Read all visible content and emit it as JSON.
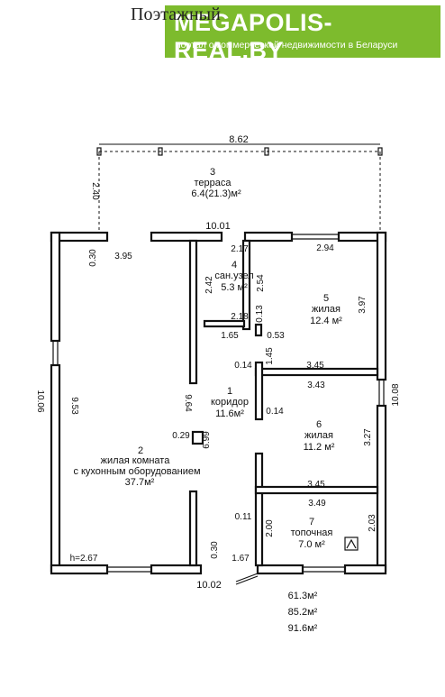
{
  "header": {
    "title": "Поэтажный"
  },
  "watermark": {
    "brand": "MEGAPOLIS-REAL.BY",
    "tagline": "портал о коммерческой недвижимости в Беларуси",
    "color": "#7dbb2d"
  },
  "rooms": {
    "r1": {
      "num": "1",
      "name": "коридор",
      "area": "11.6м²"
    },
    "r2": {
      "num": "2",
      "name1": "жилая комната",
      "name2": "с кухонным оборудованием",
      "area": "37.7м²"
    },
    "r3": {
      "num": "3",
      "name": "терраса",
      "area": "6.4(21.3)м²"
    },
    "r4": {
      "num": "4",
      "name": "сан.узел",
      "area": "5.3 м²"
    },
    "r5": {
      "num": "5",
      "name": "жилая",
      "area": "12.4 м²"
    },
    "r6": {
      "num": "6",
      "name": "жилая",
      "area": "11.2 м²"
    },
    "r7": {
      "num": "7",
      "name": "топочная",
      "area": "7.0 м²"
    }
  },
  "dimensions": {
    "top_total": "8.62",
    "terrace_side": "2.40",
    "wall_top": "10.01",
    "d_3_95": "3.95",
    "d_0_30_top": "0.30",
    "d_2_17": "2.17",
    "d_2_94": "2.94",
    "d_2_42": "2.42",
    "d_2_54": "2.54",
    "d_3_97": "3.97",
    "d_2_18": "2.18",
    "d_0_13": "0.13",
    "d_1_65": "1.65",
    "d_0_53": "0.53",
    "d_0_14a": "0.14",
    "d_1_45": "1.45",
    "d_3_45a": "3.45",
    "d_3_43": "3.43",
    "d_10_08": "10.08",
    "d_10_06": "10.06",
    "d_9_53": "9.53",
    "d_9_64": "9.64",
    "d_0_14b": "0.14",
    "d_0_29": "0.29",
    "d_6_99": "6.99",
    "d_3_27": "3.27",
    "d_3_45b": "3.45",
    "d_3_49": "3.49",
    "d_0_11": "0.11",
    "d_2_00": "2.00",
    "d_2_03": "2.03",
    "h": "h=2.67",
    "d_0_30_bot": "0.30",
    "d_1_67": "1.67",
    "wall_bottom": "10.02"
  },
  "totals": [
    "61.3м²",
    "85.2м²",
    "91.6м²"
  ]
}
